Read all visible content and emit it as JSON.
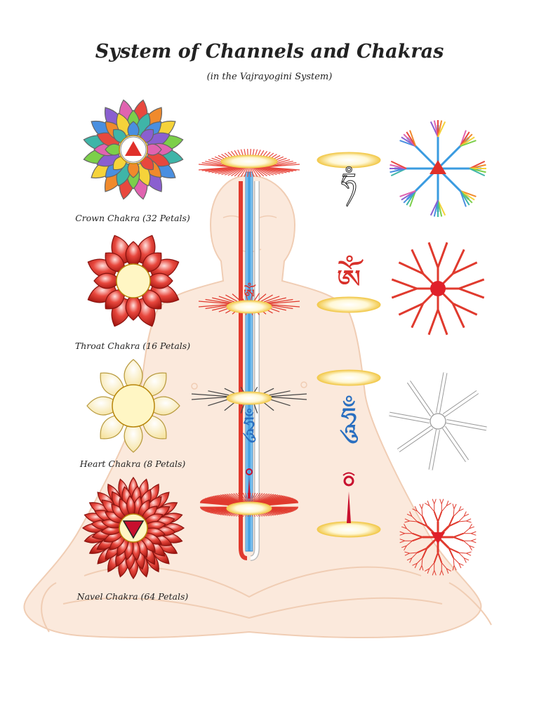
{
  "title": "System of Channels and Chakras",
  "subtitle": "(in the Vajrayogini System)",
  "chakras": [
    {
      "name": "Crown Chakra (32 Petals)",
      "petals": 32,
      "center_symbol": "triangle-up",
      "letter_color": "#222222"
    },
    {
      "name": "Throat Chakra (16 Petals)",
      "petals": 16,
      "center_symbol": "circle",
      "letter_color": "#d8302a"
    },
    {
      "name": "Heart Chakra (8 Petals)",
      "petals": 8,
      "center_symbol": "circle",
      "letter_color": "#2a6fc0"
    },
    {
      "name": "Navel Chakra (64 Petals)",
      "petals": 64,
      "center_symbol": "triangle-down",
      "letter_color": "#c8102e"
    }
  ],
  "colors": {
    "body": "#fbe9dc",
    "body_outline": "#f0cdb4",
    "red_channel": "#e03a2e",
    "central_channel": "#4aa8e8",
    "white_channel": "#ffffff",
    "petal_red": "#d9302a",
    "petal_cream": "#fff2c0",
    "disc": "#fff6c4"
  },
  "icons": [
    "tibetan-letter-ham-icon",
    "tibetan-letter-om-icon",
    "tibetan-letter-hum-icon",
    "tibetan-letter-a-icon"
  ]
}
